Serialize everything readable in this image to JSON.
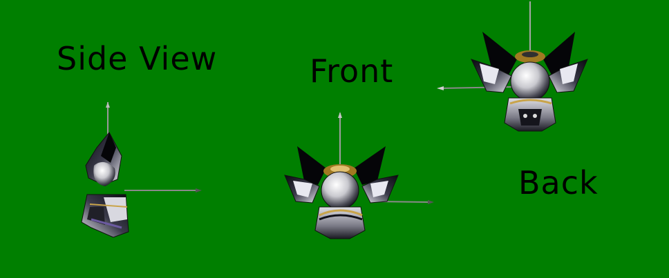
{
  "labels": {
    "side": "Side View",
    "front": "Front",
    "back": "Back"
  },
  "colors": {
    "background": "#007f00",
    "text": "#000000",
    "axis": "#9a9a9a"
  },
  "figures": [
    {
      "name": "armor-side-view",
      "icon": "shoulder-armor-side"
    },
    {
      "name": "armor-front-view",
      "icon": "shoulder-armor-front"
    },
    {
      "name": "armor-back-view",
      "icon": "shoulder-armor-back"
    }
  ]
}
